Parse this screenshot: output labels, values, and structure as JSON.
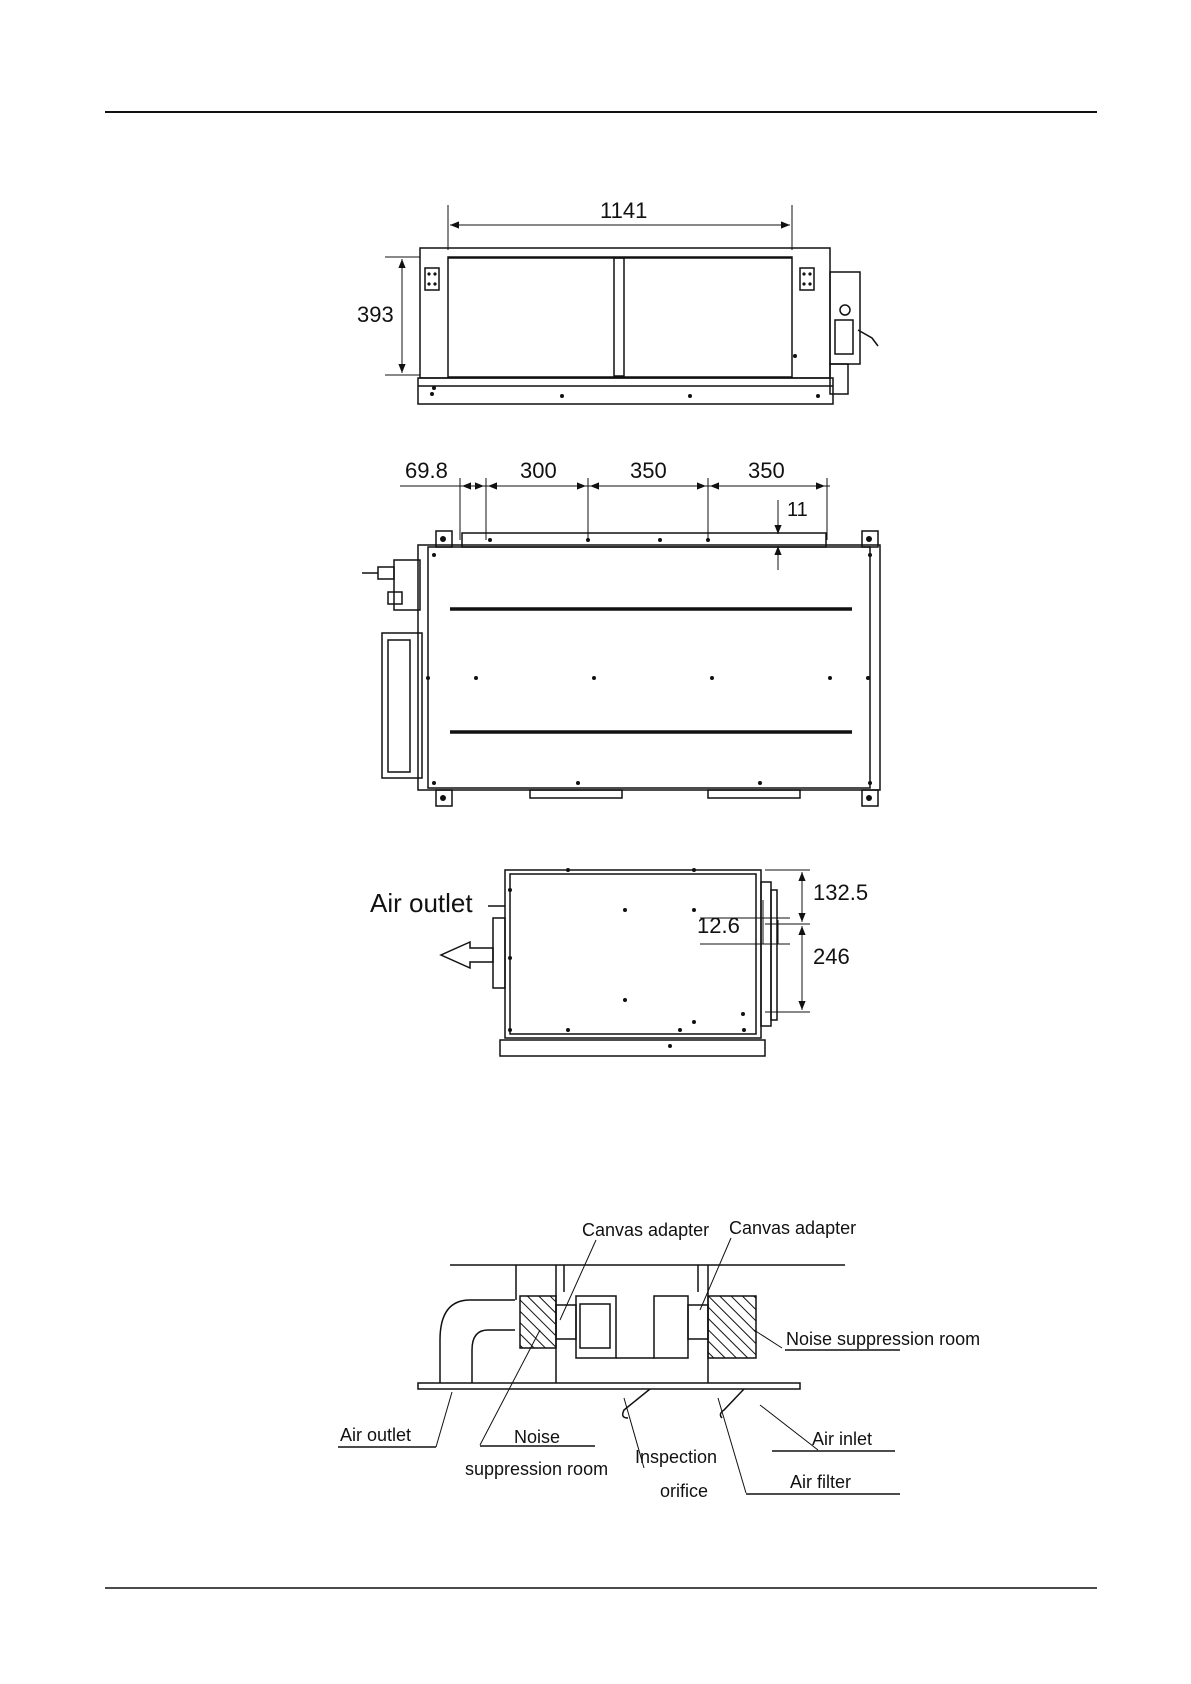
{
  "front_view": {
    "width_dim": "1141",
    "height_dim": "393"
  },
  "top_view": {
    "spacing_1": "69.8",
    "spacing_2": "300",
    "spacing_3": "350",
    "spacing_4": "350",
    "offset": "11"
  },
  "side_view": {
    "outlet_label": "Air outlet",
    "upper_dim": "132.5",
    "flange_dim": "12.6",
    "lower_dim": "246"
  },
  "installation": {
    "canvas_adapter_left": "Canvas adapter",
    "canvas_adapter_right": "Canvas adapter",
    "noise_room_right": "Noise suppression room",
    "air_outlet": "Air outlet",
    "noise_line1": "Noise",
    "noise_line2": "suppression room",
    "inspection_line1": "Inspection",
    "inspection_line2": "orifice",
    "air_inlet": "Air inlet",
    "air_filter": "Air filter"
  }
}
